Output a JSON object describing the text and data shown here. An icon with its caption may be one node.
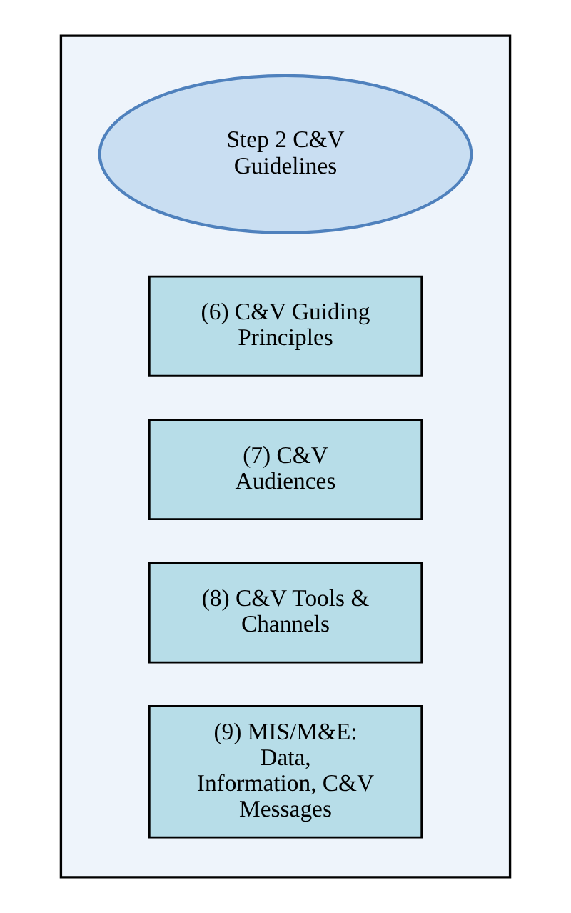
{
  "diagram": {
    "nodes": [
      {
        "text": [],
        "shape": "box"
      },
      {
        "text": [
          "Step 2 C&V Guidelines"
        ],
        "in": 0
      },
      {
        "text": [
          "(6) C&V Guiding Principles"
        ],
        "in": 0
      },
      {
        "text": [
          "(7) C&V Audiences"
        ],
        "in": 0
      },
      {
        "text": [
          "(8) C&V Tools & Channels"
        ],
        "in": 0
      },
      {
        "text": [
          "(9) MIS/M&E: Data, Information, C&V Messages"
        ],
        "in": 0
      }
    ],
    "edges": []
  }
}
